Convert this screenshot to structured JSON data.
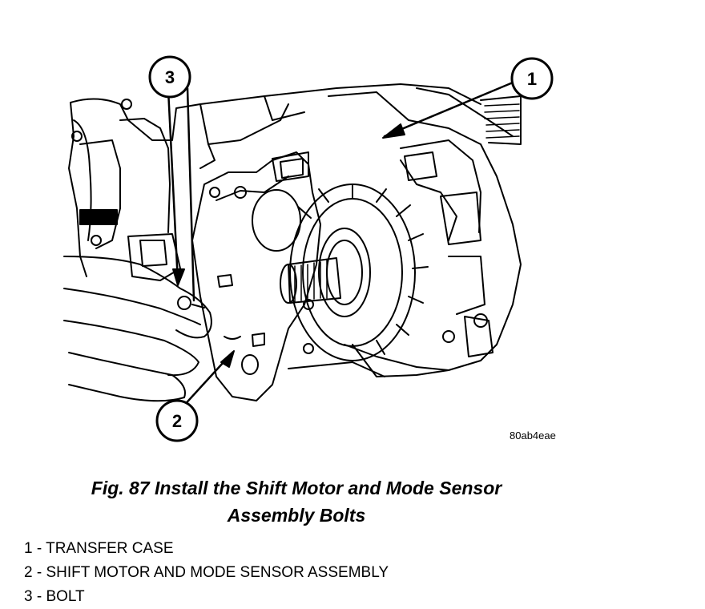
{
  "figure": {
    "image_id": "80ab4eae",
    "callouts": [
      "1",
      "2",
      "3"
    ]
  },
  "caption": {
    "line1": "Fig. 87 Install the Shift Motor and Mode Sensor",
    "line2": "Assembly Bolts"
  },
  "legend": [
    "1 - TRANSFER CASE",
    "2 - SHIFT MOTOR AND MODE SENSOR ASSEMBLY",
    "3 - BOLT"
  ]
}
